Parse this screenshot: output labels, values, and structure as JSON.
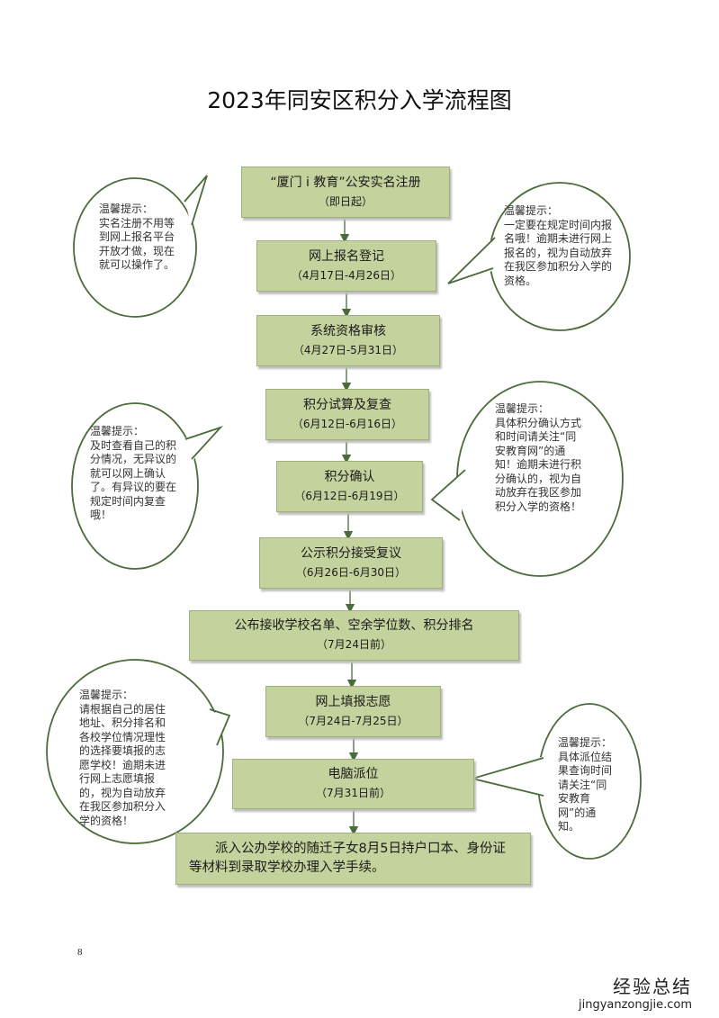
{
  "title": "2023年同安区积分入学流程图",
  "steps": [
    {
      "title": "“厦门 i 教育”公安实名注册",
      "date": "（即日起）"
    },
    {
      "title": "网上报名登记",
      "date": "（4月17日-4月26日）"
    },
    {
      "title": "系统资格审核",
      "date": "（4月27日-5月31日）"
    },
    {
      "title": "积分试算及复查",
      "date": "（6月12日-6月16日）"
    },
    {
      "title": "积分确认",
      "date": "（6月12日-6月19日）"
    },
    {
      "title": "公示积分接受复议",
      "date": "（6月26日-6月30日）"
    },
    {
      "title": "公布接收学校名单、空余学位数、积分排名",
      "date": "（7月24日前）"
    },
    {
      "title": "网上填报志愿",
      "date": "（7月24日-7月25日）"
    },
    {
      "title": "电脑派位",
      "date": "（7月31日前）"
    },
    {
      "title": "派入公办学校的随迁子女8月5日持户口本、身份证等材料到录取学校办理入学手续。",
      "date": ""
    }
  ],
  "tips": [
    {
      "head": "温馨提示：",
      "body": "实名注册不用等到网上报名平台开放才做，现在就可以操作了。"
    },
    {
      "head": "温馨提示：",
      "body": "一定要在规定时间内报名哦！逾期未进行网上报名的，视为自动放弃在我区参加积分入学的资格。"
    },
    {
      "head": "温馨提示：",
      "body": "及时查看自己的积分情况，无异议的就可以网上确认了。有异议的要在规定时间内复查哦！"
    },
    {
      "head": "温馨提示：",
      "body": "具体积分确认方式和时间请关注“同安教育网”的通知！逾期未进行积分确认的，视为自动放弃在我区参加积分入学的资格！"
    },
    {
      "head": "温馨提示：",
      "body": "请根据自己的居住地址、积分排名和各校学位情况理性的选择要填报的志愿学校！逾期未进行网上志愿填报的，视为自动放弃在我区参加积分入学的资格！"
    },
    {
      "head": "温馨提示：",
      "body": "具体派位结果查询时间请关注“同安教育网”的通知。"
    }
  ],
  "page_number": "8",
  "watermark": {
    "main": "经验总结",
    "url": "jingyanzongjie.com"
  },
  "colors": {
    "box": "#c4d39d",
    "line": "#4a6b3a"
  }
}
